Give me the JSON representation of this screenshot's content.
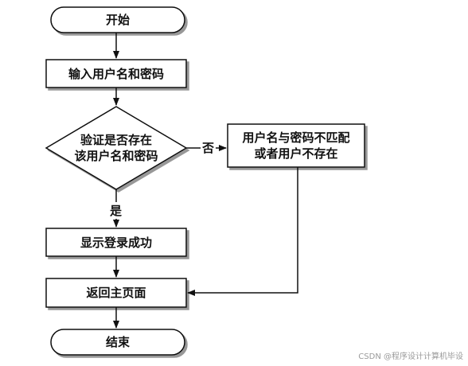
{
  "nodes": {
    "start": "开始",
    "input": "输入用户名和密码",
    "decision_line1": "验证是否存在",
    "decision_line2": "该用户名和密码",
    "error_line1": "用户名与密码不匹配",
    "error_line2": "或者用户不存在",
    "success": "显示登录成功",
    "home": "返回主页面",
    "end": "结束"
  },
  "edges": {
    "no": "否",
    "yes": "是"
  },
  "watermark": "CSDN @程序设计计算机毕设"
}
